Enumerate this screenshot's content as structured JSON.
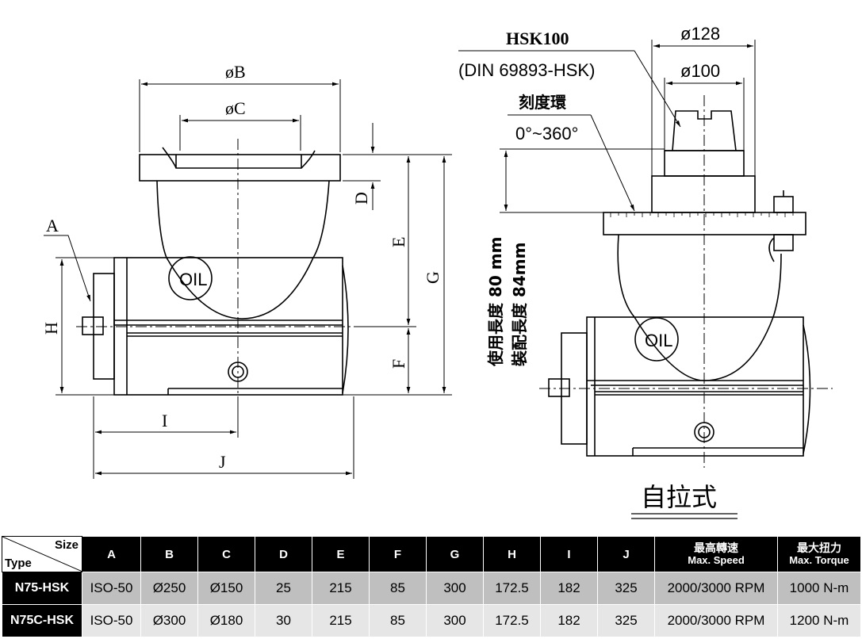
{
  "labels": {
    "A": "A",
    "B": "øB",
    "C": "øC",
    "D": "D",
    "E": "E",
    "F": "F",
    "G": "G",
    "H": "H",
    "I": "I",
    "J": "J",
    "oil_left": "OIL",
    "oil_right": "OIL",
    "hsk": "HSK100",
    "din": "(DIN 69893-HSK)",
    "d128": "ø128",
    "d100": "ø100",
    "scale_ring": "刻度環",
    "angle": "0°~360°",
    "use_length": "使用長度 80 mm",
    "mount_length": "裝配長度 84mm",
    "self_pull": "自拉式"
  },
  "table": {
    "corner_size": "Size",
    "corner_type": "Type",
    "columns": [
      "A",
      "B",
      "C",
      "D",
      "E",
      "F",
      "G",
      "H",
      "I",
      "J"
    ],
    "speed_zh": "最高轉速",
    "speed_en": "Max. Speed",
    "torque_zh": "最大扭力",
    "torque_en": "Max. Torque",
    "rows": [
      {
        "type": "N75-HSK",
        "A": "ISO-50",
        "B": "Ø250",
        "C": "Ø150",
        "D": "25",
        "E": "215",
        "F": "85",
        "G": "300",
        "H": "172.5",
        "I": "182",
        "J": "325",
        "speed": "2000/3000 RPM",
        "torque": "1000 N-m"
      },
      {
        "type": "N75C-HSK",
        "A": "ISO-50",
        "B": "Ø300",
        "C": "Ø180",
        "D": "30",
        "E": "215",
        "F": "85",
        "G": "300",
        "H": "172.5",
        "I": "182",
        "J": "325",
        "speed": "2000/3000 RPM",
        "torque": "1200 N-m"
      }
    ]
  }
}
